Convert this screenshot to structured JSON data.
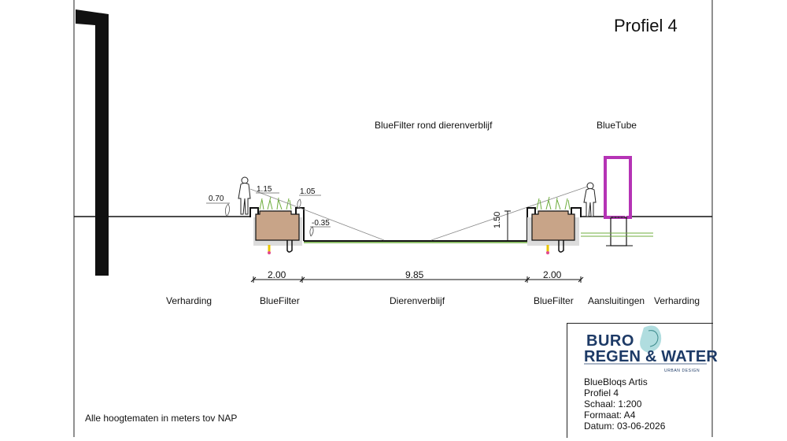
{
  "drawing": {
    "title": "Profiel 4",
    "annotations": {
      "bluefilter_ring": "BlueFilter rond dierenverblijf",
      "bluetube": "BlueTube"
    },
    "levels": {
      "left_paving": "0.70",
      "left_filter_top": "1.15",
      "left_planter": "1.05",
      "basin_bottom": "-0.35",
      "basin_depth": "1.50"
    },
    "dimensions": {
      "left_filter": "2.00",
      "basin": "9.85",
      "right_filter": "2.00"
    },
    "sections": {
      "paving_left": "Verharding",
      "filter_left": "BlueFilter",
      "enclosure": "Dierenverblijf",
      "filter_right": "BlueFilter",
      "connections": "Aansluitingen",
      "paving_right": "Verharding"
    },
    "note": "Alle hoogtematen in meters tov NAP"
  },
  "title_block": {
    "brand_line1": "BURO",
    "brand_line2": "REGEN & WATER",
    "brand_tagline": "URBAN DESIGN",
    "project": "BlueBloqs Artis",
    "profile": "Profiel 4",
    "scale": "Schaal: 1:200",
    "format": "Formaat: A4",
    "date": "Datum: 03-06-2026"
  },
  "colors": {
    "soil": "#c8a488",
    "wall": "#111111",
    "gravel": "#dcdcdc",
    "tube": "#b533b5",
    "brand": "#1d3a66",
    "grass": "#6fae3e"
  }
}
